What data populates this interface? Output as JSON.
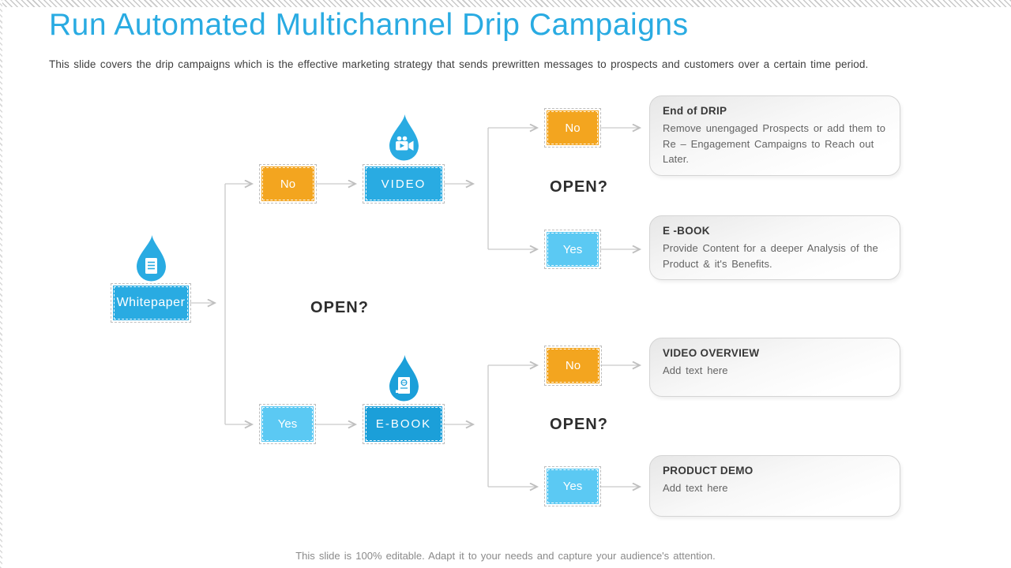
{
  "page": {
    "title": "Run Automated Multichannel Drip Campaigns",
    "subtitle": "This slide covers the drip campaigns which is the effective marketing strategy that sends prewritten messages to prospects and customers over a certain time period.",
    "footer": "This slide is 100% editable. Adapt it to your needs and capture your audience's attention."
  },
  "colors": {
    "accent_blue": "#29ABE2",
    "deep_blue": "#1B9FD9",
    "light_blue": "#5BC9F3",
    "orange": "#F3A51F",
    "connector_gray": "#C6C6C6"
  },
  "diagram": {
    "question_label": "OPEN?",
    "start": {
      "label": "Whitepaper",
      "icon": "whitepaper-droplet-icon"
    },
    "branches": [
      {
        "decision": "No",
        "node_label": "VIDEO",
        "icon": "video-droplet-icon",
        "outcomes": [
          {
            "decision": "No",
            "title": "End of DRIP",
            "body": "Remove unengaged Prospects or add them to Re – Engagement Campaigns to Reach out Later."
          },
          {
            "decision": "Yes",
            "title": "E -BOOK",
            "body": "Provide Content for a deeper Analysis of the Product & it's Benefits."
          }
        ]
      },
      {
        "decision": "Yes",
        "node_label": "E-BOOK",
        "icon": "ebook-droplet-icon",
        "outcomes": [
          {
            "decision": "No",
            "title": "VIDEO OVERVIEW",
            "body": "Add text here"
          },
          {
            "decision": "Yes",
            "title": "PRODUCT DEMO",
            "body": "Add text here"
          }
        ]
      }
    ]
  }
}
